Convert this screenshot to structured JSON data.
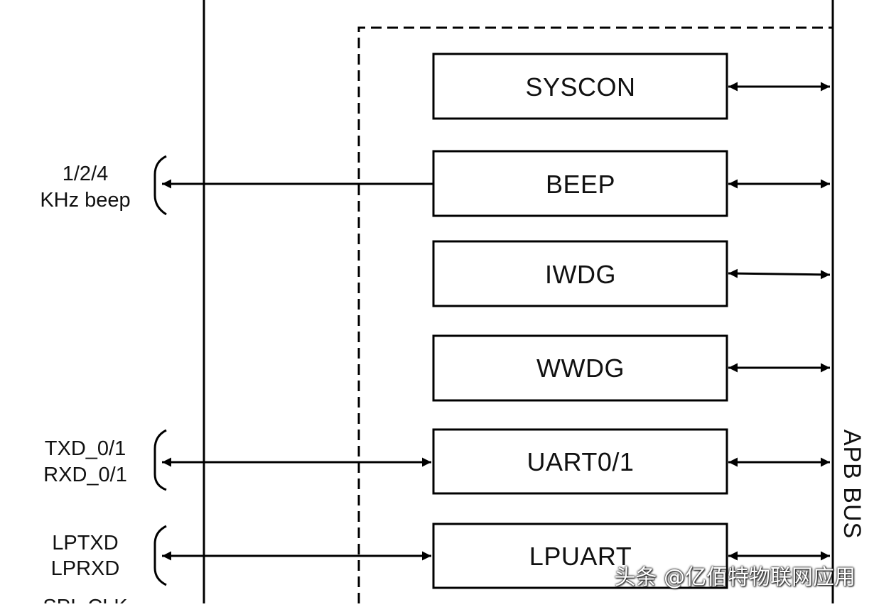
{
  "diagram": {
    "blocks": [
      {
        "id": "syscon",
        "label": "SYSCON"
      },
      {
        "id": "beep",
        "label": "BEEP"
      },
      {
        "id": "iwdg",
        "label": "IWDG"
      },
      {
        "id": "wwdg",
        "label": "WWDG"
      },
      {
        "id": "uart",
        "label": "UART0/1"
      },
      {
        "id": "lpuart",
        "label": "LPUART"
      }
    ],
    "signals": {
      "beep": [
        "1/2/4",
        "KHz beep"
      ],
      "uart": [
        "TXD_0/1",
        "RXD_0/1"
      ],
      "lpuart": [
        "LPTXD",
        "LPRXD"
      ],
      "cut_off": "SPI_CLK"
    },
    "bus_label": "APB BUS",
    "watermark": "头条 @亿佰特物联网应用"
  }
}
